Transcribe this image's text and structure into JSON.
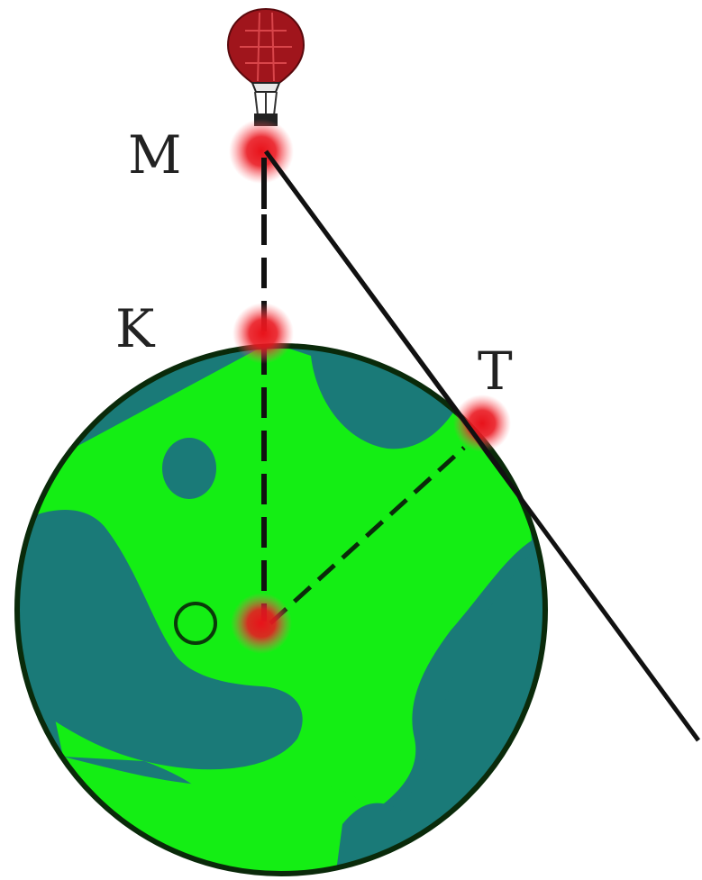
{
  "diagram": {
    "points": {
      "M": "M",
      "K": "K",
      "T": "T",
      "O": "O"
    },
    "icons": [
      "hot-air-balloon-icon",
      "globe-icon"
    ],
    "colors": {
      "ocean": "#1a7a78",
      "land": "#14ee14",
      "outline": "#0a2a0a",
      "highlight": "#e8121a",
      "balloon": "#a0151c",
      "line": "#111111"
    }
  }
}
